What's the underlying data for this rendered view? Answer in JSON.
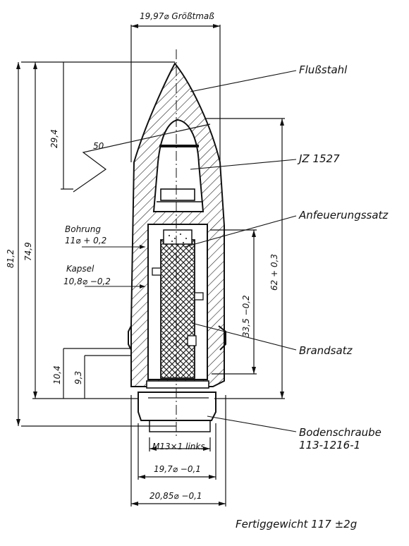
{
  "labels": {
    "flussstahl": "Flußstahl",
    "jz1527": "JZ 1527",
    "anfeuerungssatz": "Anfeuerungssatz",
    "brandsatz": "Brandsatz",
    "bodenschraube_1": "Bodenschraube",
    "bodenschraube_2": "113-1216-1",
    "bohrung_1": "Bohrung",
    "bohrung_2": "11⌀ + 0,2",
    "kapsel_1": "Kapsel",
    "kapsel_2": "10,8⌀ −0,2"
  },
  "dimensions": {
    "top_width": "19,97⌀ Größtmaß",
    "angle": "50",
    "d_29_4": "29,4",
    "d_81_2": "81,2",
    "d_74_9": "74,9",
    "d_10_4": "10,4",
    "d_9_3": "9,3",
    "d_33_5": "33,5 −0,2",
    "d_62": "62 + 0,3",
    "thread": "M13×1 links",
    "d_19_7": "19,7⌀ −0,1",
    "d_20_85": "20,85⌀ −0,1"
  },
  "footer": {
    "weight": "Fertiggewicht 117 ±2g"
  }
}
